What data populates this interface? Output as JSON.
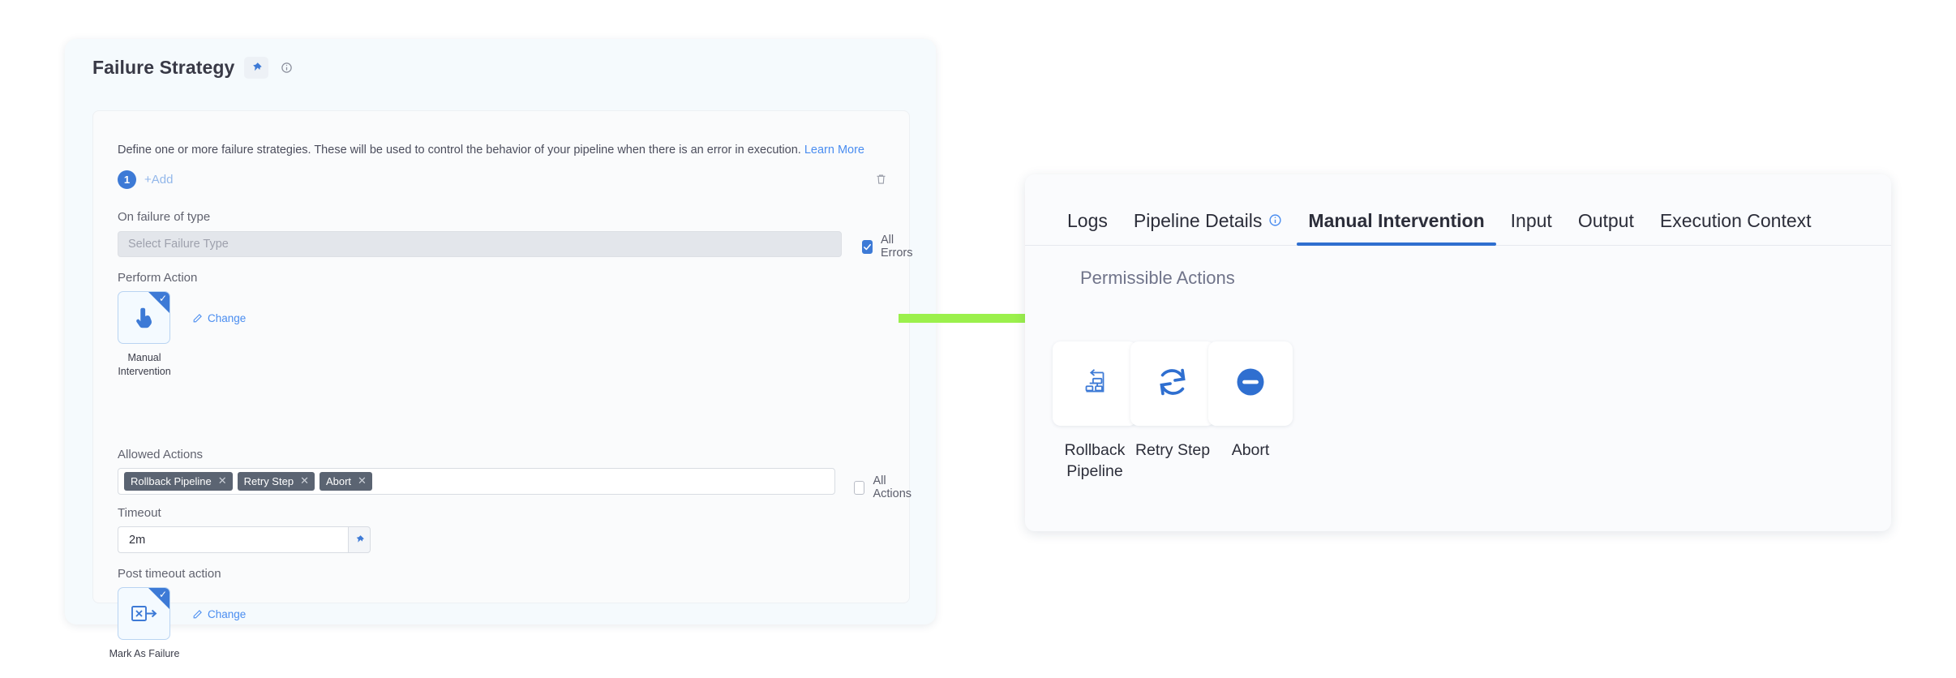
{
  "left_panel": {
    "title": "Failure Strategy",
    "pin_icon": "pin-icon",
    "info_icon": "info-icon",
    "description": "Define one or more failure strategies. These will be used to control the behavior of your pipeline when there is an error in execution.",
    "learn_more": "Learn More",
    "strategy_index": "1",
    "add_label": "+Add",
    "delete_icon": "trash-icon",
    "on_failure_label": "On failure of type",
    "failure_type_placeholder": "Select Failure Type",
    "all_errors_label": "All Errors",
    "all_errors_checked": true,
    "perform_action_label": "Perform Action",
    "perform_action_tile": {
      "icon": "pointing-hand-icon",
      "caption": "Manual Intervention",
      "selected": true,
      "change_label": "Change"
    },
    "allowed_actions_label": "Allowed Actions",
    "allowed_actions_chips": [
      "Rollback Pipeline",
      "Retry Step",
      "Abort"
    ],
    "all_actions_label": "All Actions",
    "all_actions_checked": false,
    "timeout_label": "Timeout",
    "timeout_value": "2m",
    "timeout_pin_icon": "pin-icon",
    "post_timeout_label": "Post timeout action",
    "post_timeout_tile": {
      "icon": "mark-as-failure-icon",
      "caption": "Mark As Failure",
      "selected": true,
      "change_label": "Change"
    }
  },
  "arrow": {
    "name": "green-flow-arrow",
    "color": "#9bf04c"
  },
  "right_panel": {
    "tabs": [
      {
        "label": "Logs",
        "active": false,
        "info": false
      },
      {
        "label": "Pipeline Details",
        "active": false,
        "info": true
      },
      {
        "label": "Manual Intervention",
        "active": true,
        "info": false
      },
      {
        "label": "Input",
        "active": false,
        "info": false
      },
      {
        "label": "Output",
        "active": false,
        "info": false
      },
      {
        "label": "Execution Context",
        "active": false,
        "info": false
      }
    ],
    "section_title": "Permissible Actions",
    "actions": [
      {
        "label": "Rollback Pipeline",
        "icon": "rollback-pipeline-icon"
      },
      {
        "label": "Retry Step",
        "icon": "retry-step-icon"
      },
      {
        "label": "Abort",
        "icon": "abort-icon"
      }
    ]
  },
  "colors": {
    "accent_blue": "#3d7ad6",
    "link_blue": "#4a8df0",
    "chip_slate": "#5b6472",
    "arrow_green": "#9bf04c"
  }
}
